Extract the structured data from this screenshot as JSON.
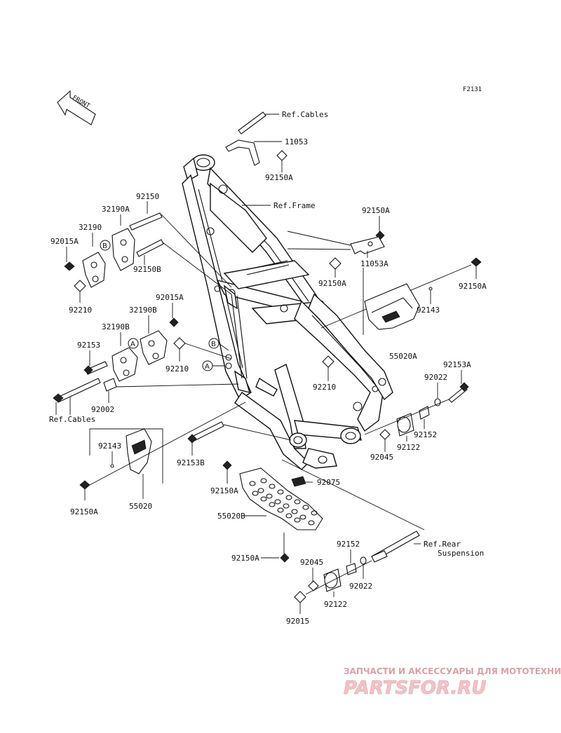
{
  "diagram": {
    "code": "F2131",
    "front_label": "FRONT",
    "labels": {
      "ref_cables_top": "Ref.Cables",
      "p11053": "11053",
      "p92150A_top": "92150A",
      "ref_frame": "Ref.Frame",
      "p92150": "92150",
      "p32190A": "32190A",
      "p32190": "32190",
      "p92015A_l": "92015A",
      "p92150B": "92150B",
      "p92210_l": "92210",
      "p92015A_2": "92015A",
      "p32190B_a": "32190B",
      "p32190B_b": "32190B",
      "p92153": "92153",
      "p92210_m": "92210",
      "p92002": "92002",
      "ref_cables_left": "Ref.Cables",
      "p92150A_r1": "92150A",
      "p11053A": "11053A",
      "p92150A_r2": "92150A",
      "p92150A_r3": "92150A",
      "p92143_r": "92143",
      "p55020A": "55020A",
      "p92210_c": "92210",
      "p92153A": "92153A",
      "p92022_r": "92022",
      "p92152_r": "92152",
      "p92122_r": "92122",
      "p92045_r": "92045",
      "p92143_l": "92143",
      "p92153B": "92153B",
      "p92150A_l": "92150A",
      "p55020": "55020",
      "p92150A_m": "92150A",
      "p92075": "92075",
      "p55020B": "55020B",
      "p92150A_b": "92150A",
      "ref_rear": "Ref.Rear",
      "suspension": "Suspension",
      "p92152_b": "92152",
      "p92045_b": "92045",
      "p92022_b": "92022",
      "p92122_b": "92122",
      "p92015": "92015"
    },
    "callouts": {
      "b_left": "B",
      "a_left": "A",
      "b_frame": "B",
      "a_frame": "A"
    },
    "watermark": {
      "line1": "ЗАПЧАСТИ И АКСЕССУАРЫ ДЛЯ МОТОТЕХНИКИ",
      "line2": "PARTSFOR.RU"
    }
  }
}
